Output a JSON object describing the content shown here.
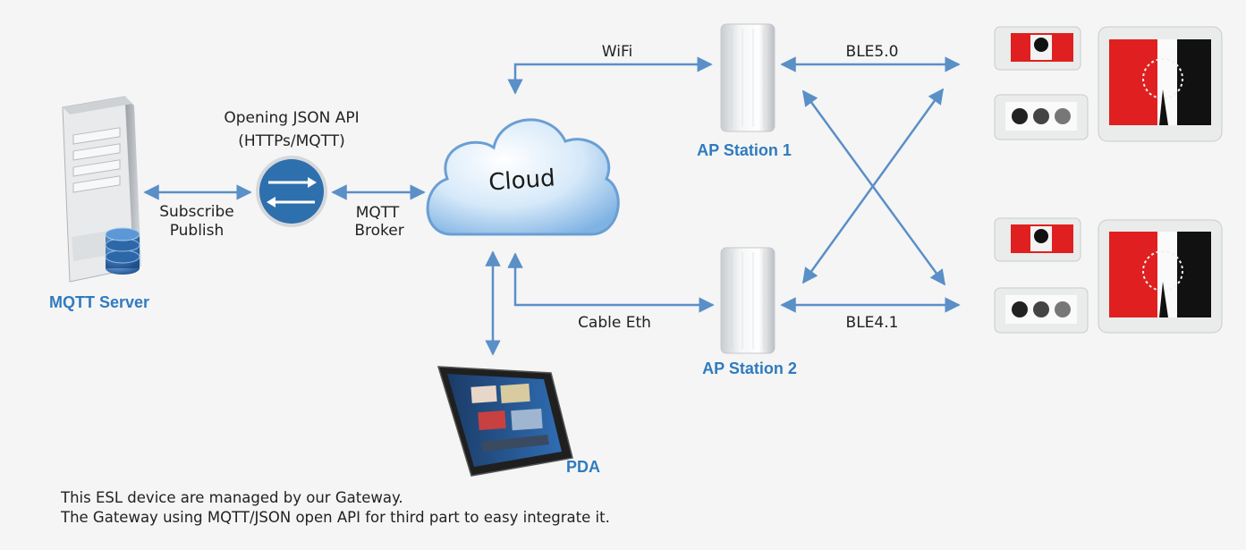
{
  "nodes": {
    "server": {
      "title": "MQTT Server"
    },
    "api": {
      "line1": "Opening JSON API",
      "line2": "(HTTPs/MQTT)"
    },
    "cloud": {
      "label": "Cloud"
    },
    "ap1": {
      "title": "AP Station 1"
    },
    "ap2": {
      "title": "AP Station 2"
    },
    "pda": {
      "title": "PDA"
    }
  },
  "links": {
    "subscribe": "Subscribe",
    "publish": "Publish",
    "mqtt": "MQTT",
    "broker": "Broker",
    "wifi": "WiFi",
    "cable": "Cable Eth",
    "ble50": "BLE5.0",
    "ble41": "BLE4.1"
  },
  "footnote": {
    "line1": "This ESL device are managed by our Gateway.",
    "line2": "The Gateway using MQTT/JSON open API for third part to easy integrate it."
  },
  "colors": {
    "arrow": "#5a8fc7",
    "title": "#2f7bbf",
    "esl_red": "#e02020"
  }
}
